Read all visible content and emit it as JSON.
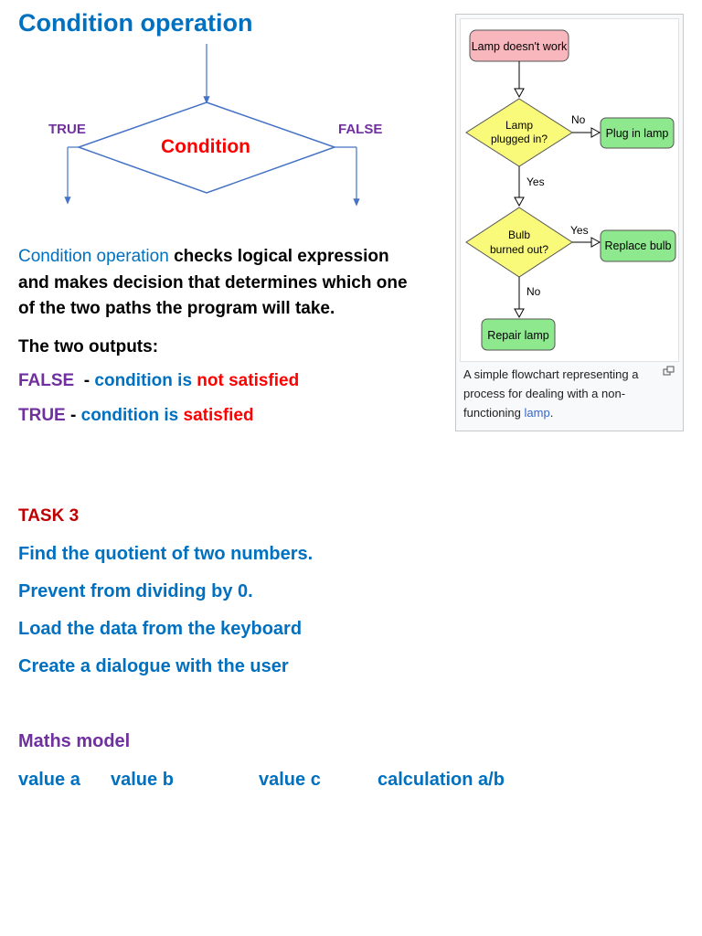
{
  "title": "Condition operation",
  "diagram": {
    "true_label": "TRUE",
    "false_label": "FALSE",
    "condition_label": "Condition"
  },
  "description": {
    "lead": "Condition operation",
    "line1": " checks logical expression",
    "line2": "and makes decision that determines which one",
    "line3": "of the two paths the program will take."
  },
  "outputs": {
    "heading": "The two outputs:",
    "false_key": "FALSE",
    "false_sep": "  - ",
    "false_mid": "condition is ",
    "false_end": "not satisfied",
    "true_key": "TRUE",
    "true_sep": " - ",
    "true_mid": "condition is ",
    "true_end": "satisfied"
  },
  "flowchart": {
    "start": "Lamp doesn't work",
    "q1_line1": "Lamp",
    "q1_line2": "plugged in?",
    "no1": "No",
    "plug": "Plug in lamp",
    "yes1": "Yes",
    "q2_line1": "Bulb",
    "q2_line2": "burned out?",
    "yes2": "Yes",
    "replace": "Replace bulb",
    "no2": "No",
    "repair": "Repair lamp",
    "caption_a": "A simple flowchart representing a",
    "caption_b": "process for dealing with a non-",
    "caption_c": "functioning ",
    "caption_link": "lamp",
    "caption_end": "."
  },
  "task": {
    "heading": "TASK 3",
    "items": [
      "Find the quotient of two numbers.",
      "Prevent from dividing by 0.",
      "Load the data from the keyboard",
      "Create a dialogue with the user"
    ]
  },
  "maths": {
    "heading": "Maths model",
    "value_a": "value a",
    "value_b": "value b",
    "value_c": "value c",
    "calculation": "calculation a/b"
  },
  "colors": {
    "blue": "#0070c0",
    "purple": "#7030a0",
    "red": "#ff0000",
    "dark_red": "#c00000"
  }
}
